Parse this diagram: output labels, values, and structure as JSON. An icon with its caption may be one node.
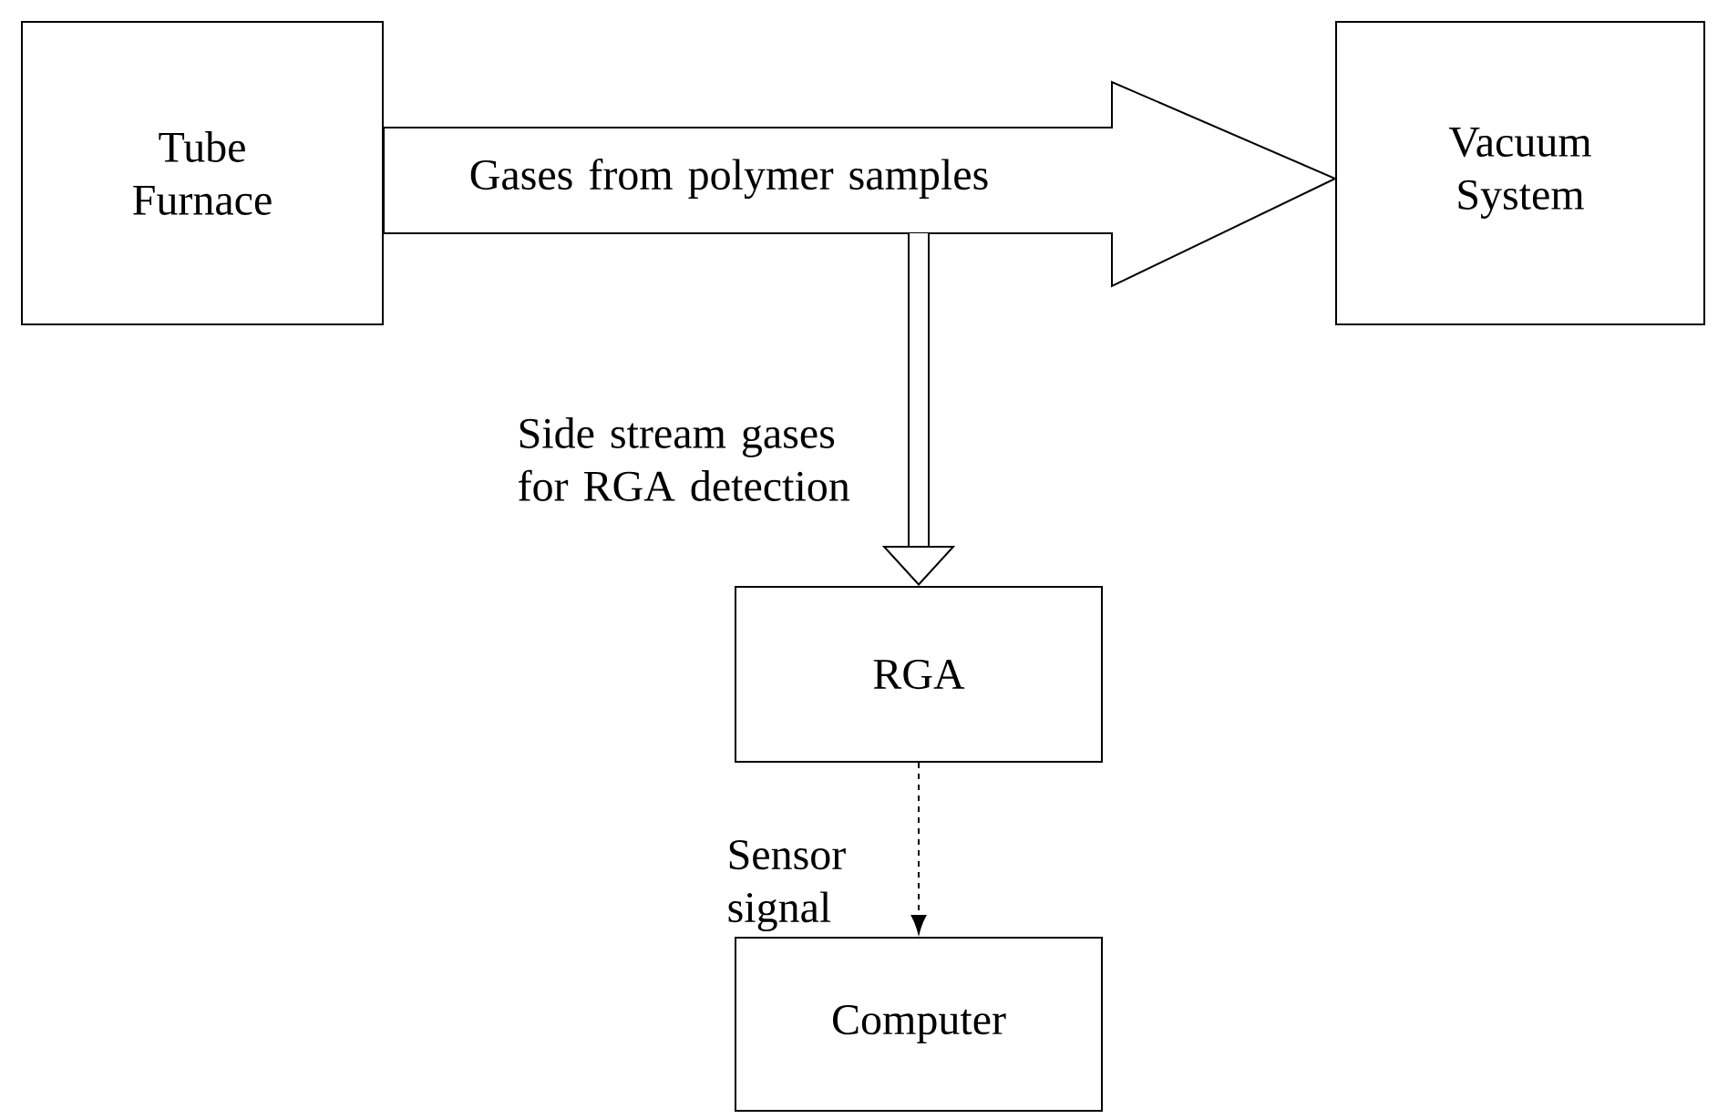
{
  "diagram": {
    "nodes": [
      {
        "text": [
          "Tube Furnace"
        ]
      },
      {
        "text": [
          "Vacuum System"
        ]
      },
      {
        "text": [
          "RGA"
        ]
      },
      {
        "text": [
          "Computer"
        ]
      }
    ],
    "edges": [
      {
        "from": 0,
        "to": 1,
        "arrow": "to",
        "style": "thick",
        "label": "Gases from polymer samples"
      },
      {
        "from": null,
        "to": 2,
        "arrow": "to",
        "style": "thick",
        "label": "Side stream gases for RGA detection"
      },
      {
        "from": 2,
        "to": 3,
        "arrow": "to",
        "style": "dashed",
        "label": "Sensor signal"
      }
    ]
  }
}
